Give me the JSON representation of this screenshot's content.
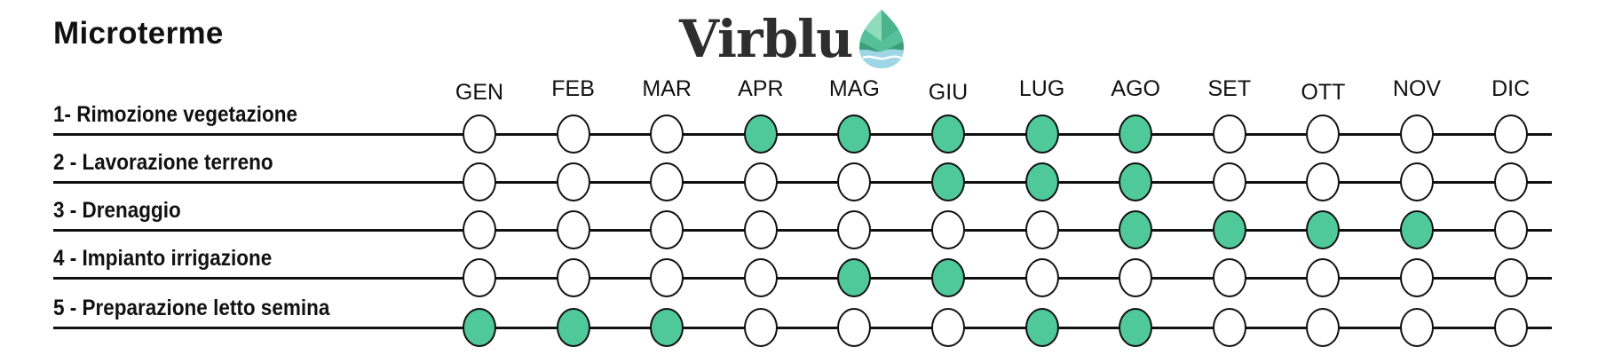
{
  "title": "Microterme",
  "logo": {
    "text": "Virblu",
    "colors": {
      "leaf_dark": "#3a9f78",
      "leaf_mid": "#55c09a",
      "leaf_light": "#8fdcbd",
      "water": "#9ed6e6"
    }
  },
  "months": [
    "GEN",
    "FEB",
    "MAR",
    "APR",
    "MAG",
    "GIU",
    "LUG",
    "AGO",
    "SET",
    "OTT",
    "NOV",
    "DIC"
  ],
  "active_color": "#4fc99a",
  "rows": [
    {
      "label": "1- Rimozione vegetazione",
      "active": [
        "APR",
        "MAG",
        "GIU",
        "LUG",
        "AGO"
      ]
    },
    {
      "label": "2 - Lavorazione terreno",
      "active": [
        "GIU",
        "LUG",
        "AGO"
      ]
    },
    {
      "label": "3 - Drenaggio",
      "active": [
        "AGO",
        "SET",
        "OTT",
        "NOV"
      ]
    },
    {
      "label": "4 - Impianto irrigazione",
      "active": [
        "MAG",
        "GIU"
      ]
    },
    {
      "label": "5 - Preparazione letto semina",
      "active": [
        "GEN",
        "FEB",
        "MAR",
        "LUG",
        "AGO"
      ]
    }
  ]
}
